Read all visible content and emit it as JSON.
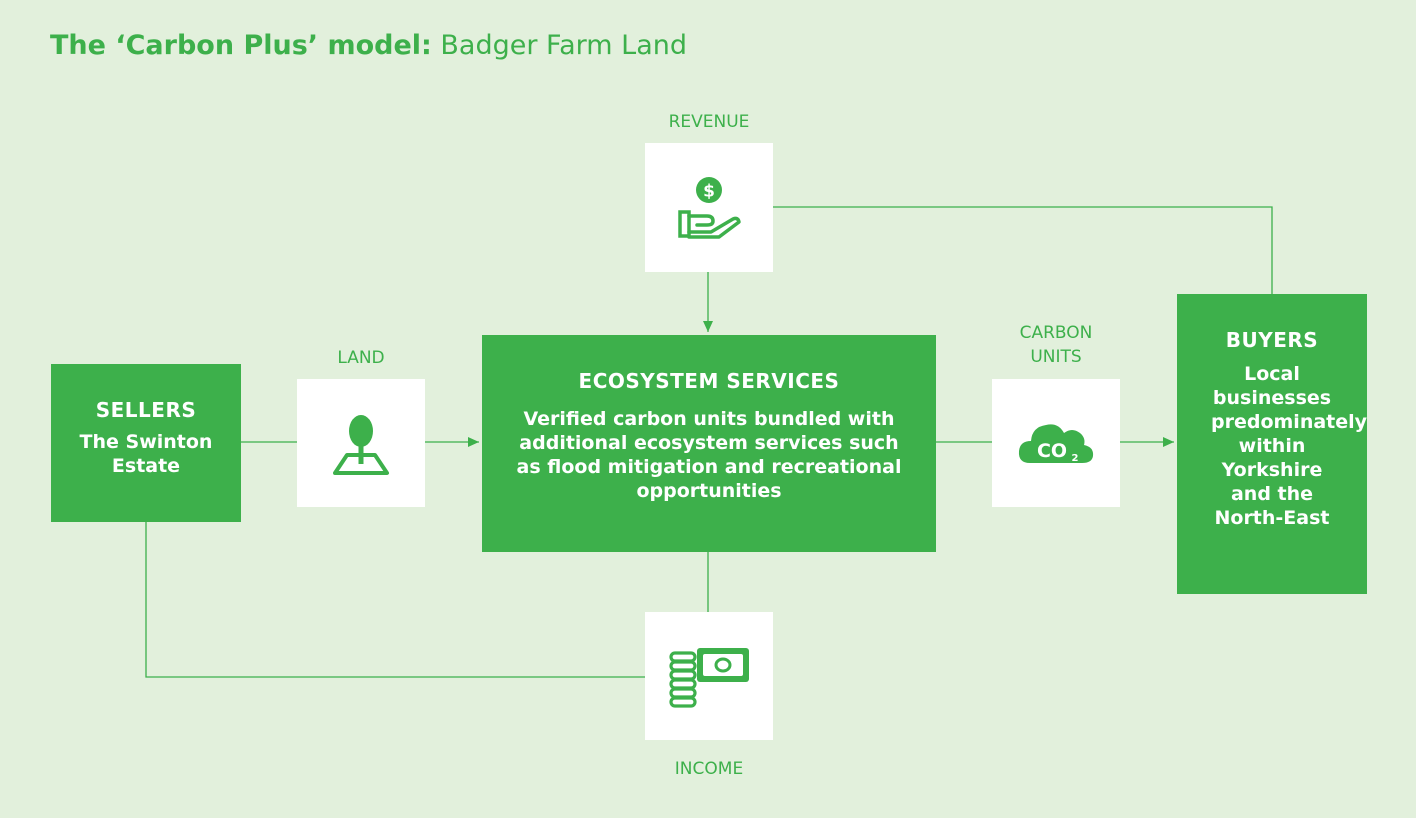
{
  "title": {
    "bold": "The ‘Carbon Plus’ model:",
    "rest": " Badger Farm Land"
  },
  "sellers": {
    "heading": "SELLERS",
    "body": "The Swinton Estate"
  },
  "ecosystem": {
    "heading": "ECOSYSTEM SERVICES",
    "body": "Verified carbon units bundled with additional ecosystem services such as flood mitigation and recreational opportunities"
  },
  "buyers": {
    "heading": "BUYERS",
    "body": "Local businesses predominately within Yorkshire and the North-East"
  },
  "labels": {
    "revenue": "REVENUE",
    "land": "LAND",
    "carbon_line1": "CARBON",
    "carbon_line2": "UNITS",
    "income": "INCOME"
  },
  "icons": {
    "revenue": "hand-dollar-icon",
    "land": "tree-plot-icon",
    "carbon": "co2-cloud-icon",
    "income": "coins-banknote-icon"
  },
  "colors": {
    "accent": "#3db04b",
    "background": "#e2f0dc",
    "card": "#ffffff"
  }
}
